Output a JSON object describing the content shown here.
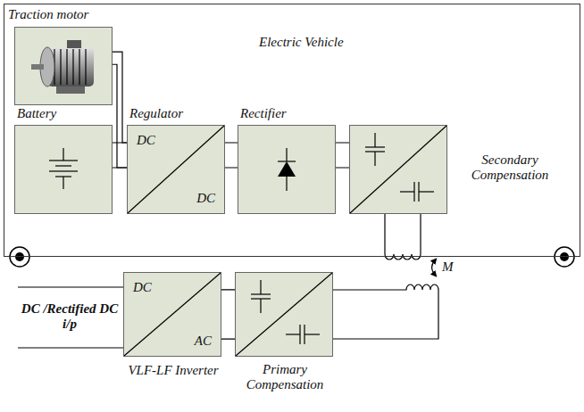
{
  "diagram": {
    "nodes": [
      {
        "text": [
          "Electric Vehicle"
        ]
      },
      {
        "text": [
          "Traction motor"
        ],
        "in": 0
      },
      {
        "text": [
          "Battery"
        ],
        "in": 0
      },
      {
        "text": [
          "Regulator",
          "DC",
          "DC"
        ],
        "in": 0
      },
      {
        "text": [
          "Rectifier"
        ],
        "in": 0
      },
      {
        "text": [
          "Secondary Compensation"
        ],
        "in": 0
      },
      {
        "text": [
          "DC",
          "AC",
          "VLF-LF Inverter"
        ]
      },
      {
        "text": [
          "Primary Compensation"
        ]
      }
    ],
    "edges": [
      {
        "from": 1,
        "to": 3,
        "arrow": "none"
      },
      {
        "from": 2,
        "to": 3,
        "arrow": "none"
      },
      {
        "from": 3,
        "to": 4,
        "arrow": "none"
      },
      {
        "from": 4,
        "to": 5,
        "arrow": "none"
      },
      {
        "from": 6,
        "to": 7,
        "arrow": "none"
      }
    ],
    "labels": [
      "DC /Rectified DC i/p",
      "M"
    ]
  }
}
